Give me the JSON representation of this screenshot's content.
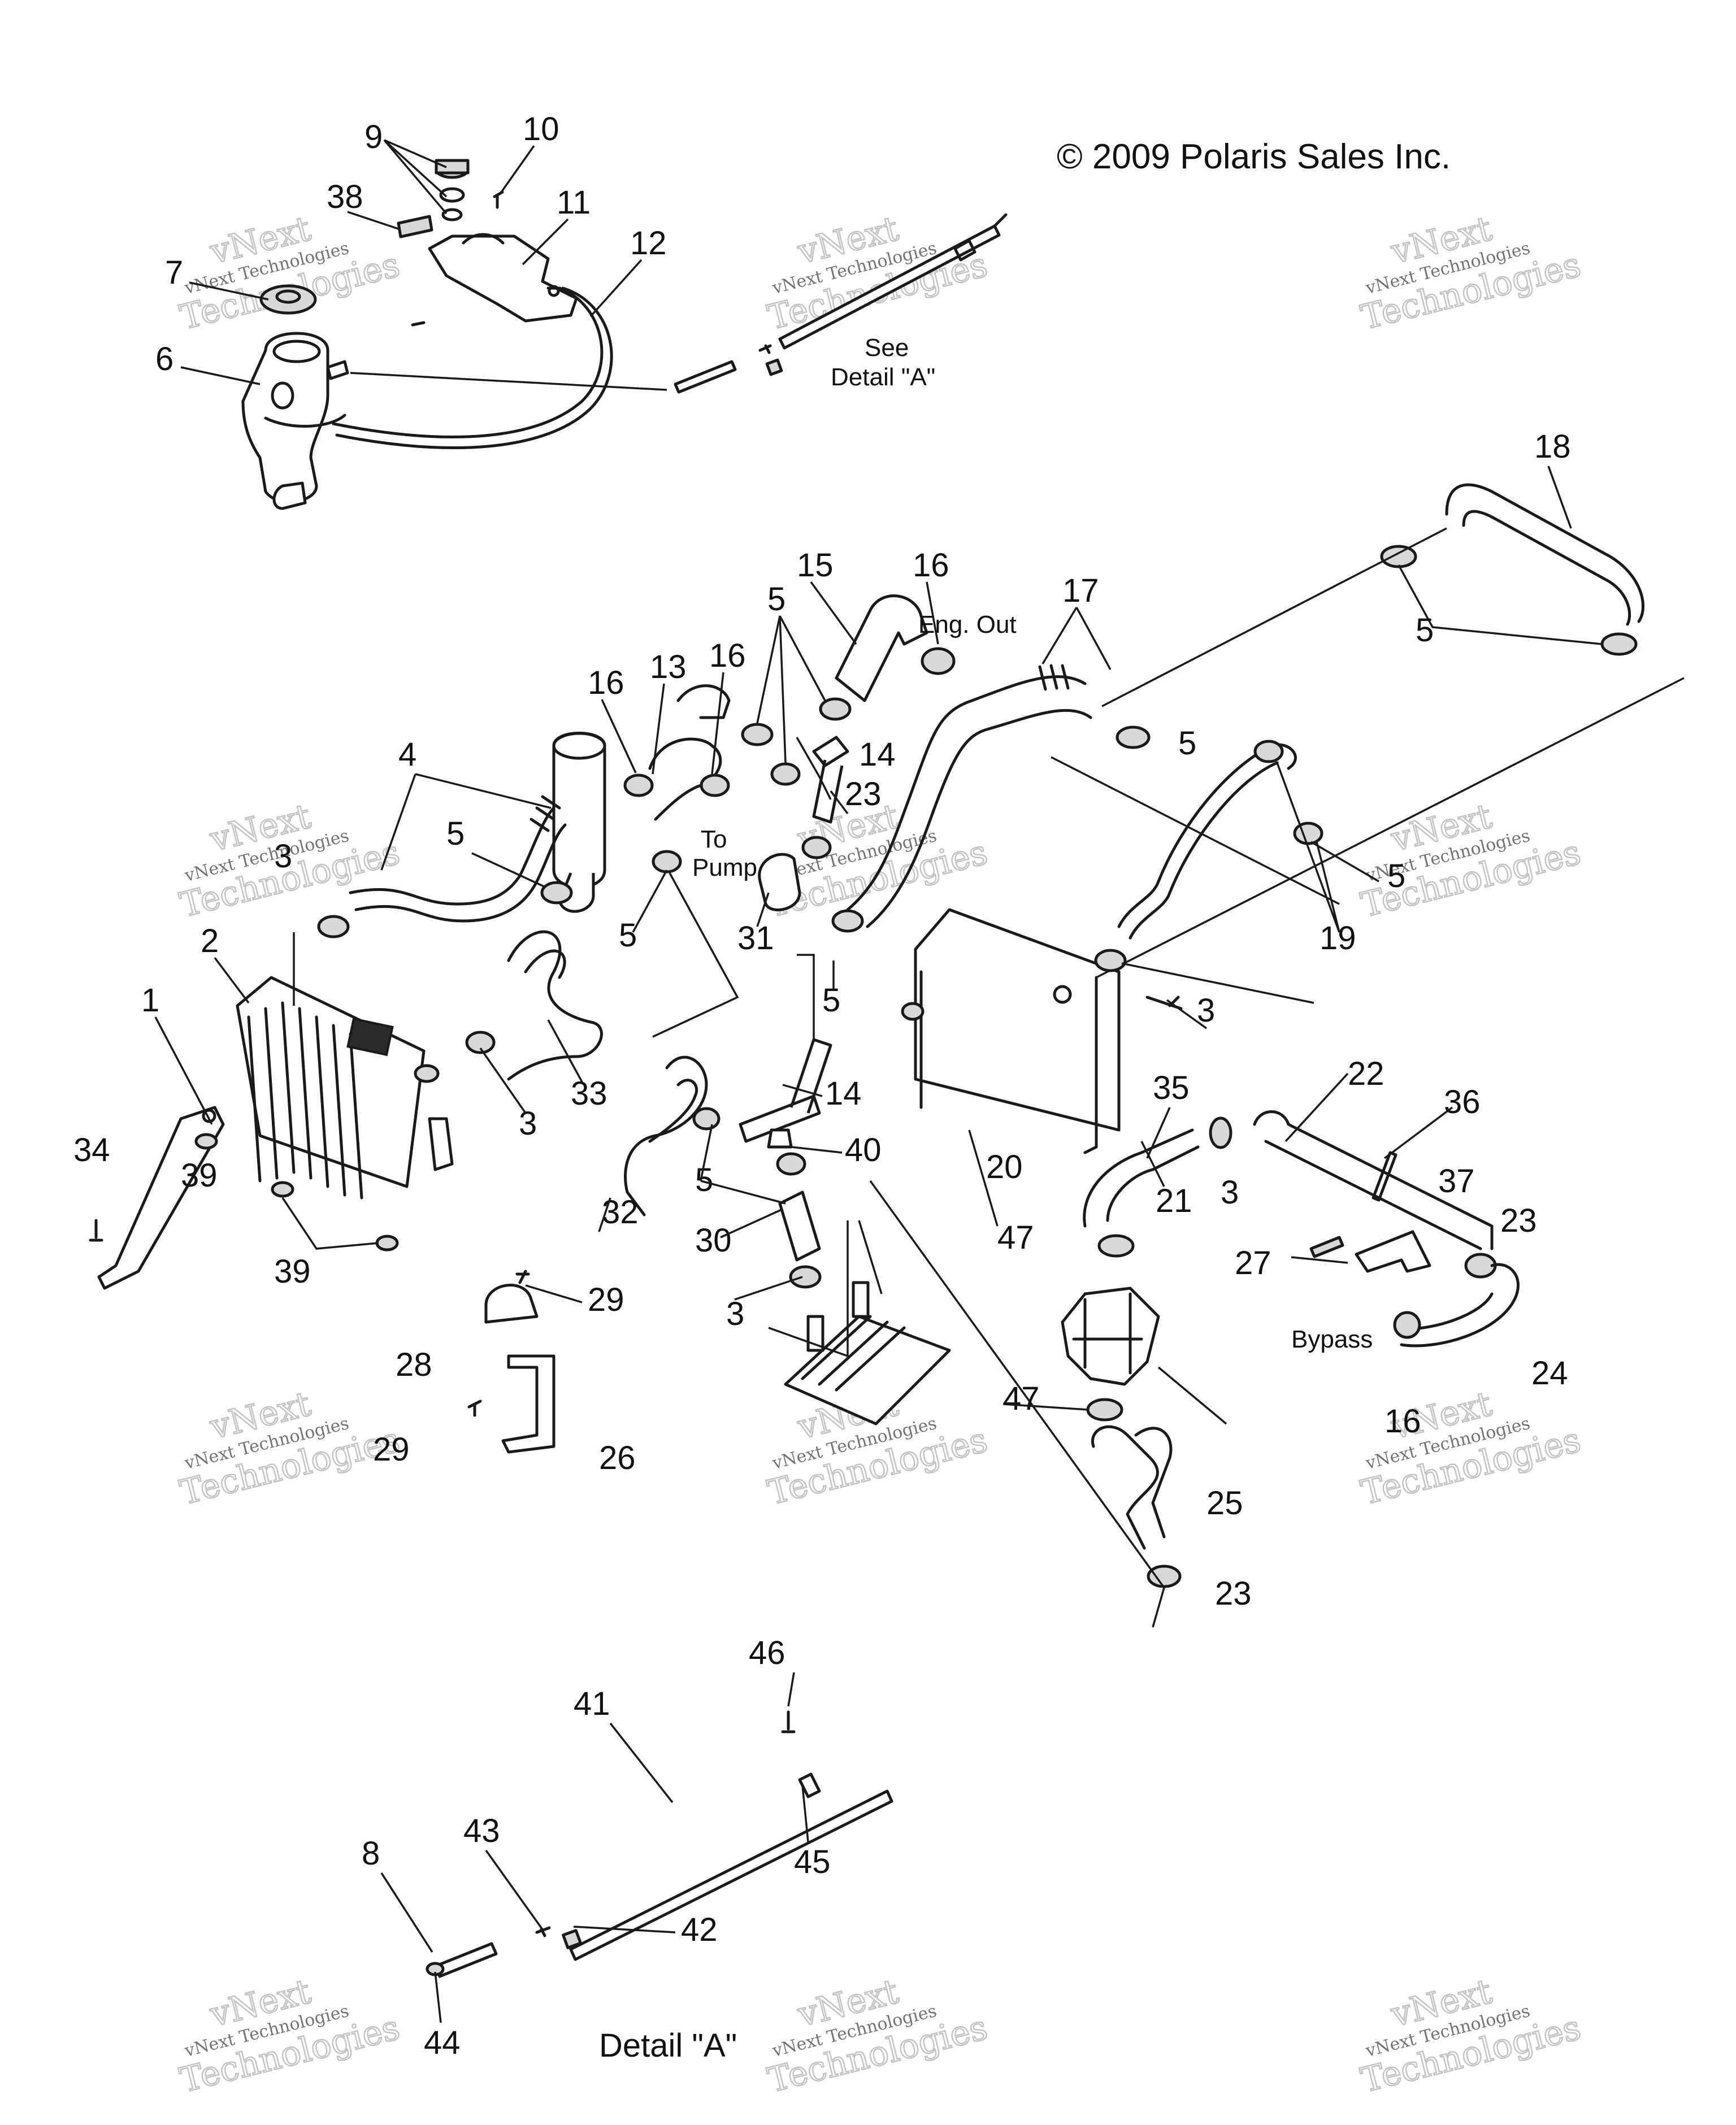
{
  "copyright": "© 2009 Polaris Sales Inc.",
  "watermark": {
    "line1": "vNext",
    "line2": "vNext Technologies",
    "line3": "Technologies"
  },
  "notes": {
    "see_detail": "See",
    "see_detail_2": "Detail \"A\"",
    "to_pump": "To",
    "to_pump_2": "Pump",
    "eng_out": "Eng. Out",
    "bypass": "Bypass",
    "detail_title": "Detail \"A\""
  },
  "callouts": [
    "9",
    "10",
    "38",
    "11",
    "7",
    "12",
    "6",
    "18",
    "15",
    "16",
    "17",
    "5",
    "13",
    "16",
    "16",
    "5",
    "14",
    "5",
    "4",
    "23",
    "3",
    "5",
    "5",
    "19",
    "31",
    "5",
    "2",
    "1",
    "5",
    "3",
    "3",
    "33",
    "14",
    "35",
    "39",
    "34",
    "40",
    "20",
    "22",
    "36",
    "5",
    "32",
    "21",
    "3",
    "30",
    "37",
    "47",
    "27",
    "23",
    "3",
    "29",
    "39",
    "28",
    "29",
    "26",
    "24",
    "16",
    "47",
    "25",
    "23",
    "46",
    "41",
    "45",
    "43",
    "8",
    "42",
    "44"
  ]
}
